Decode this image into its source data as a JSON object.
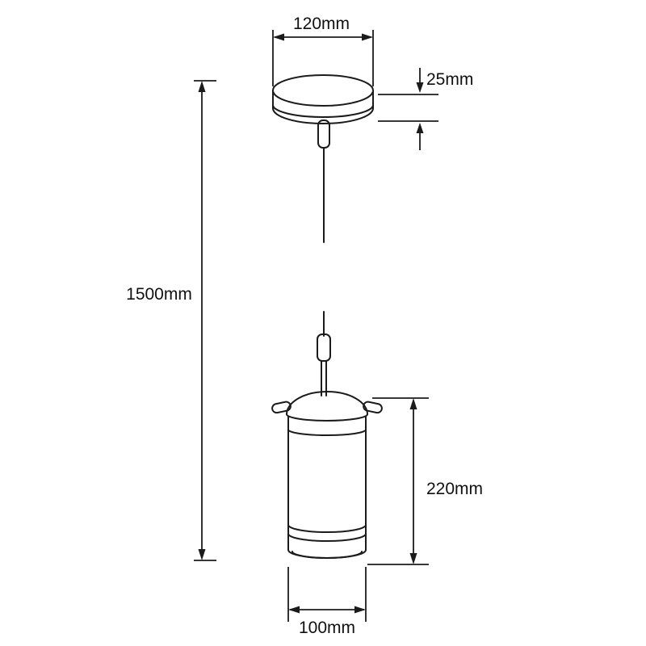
{
  "colors": {
    "line": "#1b1b1b",
    "background": "#ffffff",
    "text": "#111111"
  },
  "drawing": {
    "name": "pendant-light-dimension-diagram",
    "labels": {
      "canopy_diameter": "120mm",
      "canopy_height": "25mm",
      "overall_drop": "1500mm",
      "shade_height": "220mm",
      "shade_diameter": "100mm"
    }
  }
}
